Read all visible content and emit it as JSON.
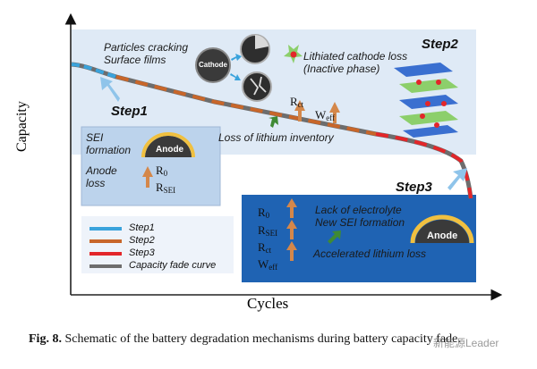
{
  "axes": {
    "y_label": "Capacity",
    "x_label": "Cycles"
  },
  "top_region": {
    "cause_lines": [
      "Particles cracking",
      "Surface films"
    ],
    "particle_label": "Cathode",
    "cathode_loss_lines": [
      "Lithiated cathode loss",
      "(Inactive phase)"
    ],
    "step_label": "Step2",
    "r_symbols": [
      {
        "base": "R",
        "sub": "ct"
      },
      {
        "base": "W",
        "sub": "eff"
      }
    ],
    "inventory_loss": "Loss of  lithium inventory"
  },
  "step1": {
    "label": "Step1",
    "sei_lines": [
      "SEI",
      "formation"
    ],
    "anode_loss_lines": [
      "Anode",
      "loss"
    ],
    "anode_label": "Anode",
    "r_symbols": [
      {
        "base": "R",
        "sub": "0"
      },
      {
        "base": "R",
        "sub": "SEI"
      }
    ]
  },
  "step3": {
    "label": "Step3",
    "electrolyte_lines": [
      "Lack of electrolyte",
      "New SEI formation"
    ],
    "accelerated": "Accelerated lithium loss",
    "anode_label": "Anode",
    "r_symbols": [
      {
        "base": "R",
        "sub": "0"
      },
      {
        "base": "R",
        "sub": "SEI"
      },
      {
        "base": "R",
        "sub": "ct"
      },
      {
        "base": "W",
        "sub": "eff"
      }
    ]
  },
  "legend": [
    "Step1",
    "Step2",
    "Step3",
    "Capacity fade curve"
  ],
  "colors": {
    "step1": "#3aa3dc",
    "step2": "#c8662a",
    "step3": "#e3262a",
    "curve": "#6d6d6d",
    "top_panel": "#dfeaf6",
    "step1_panel": "#bcd3ec",
    "step3_panel": "#1f63b3",
    "arrow_up": "#d4874a",
    "arrow_green": "#3f8a34",
    "anode_arc": "#f0c040"
  },
  "caption": {
    "fig": "Fig. 8.",
    "text": " Schematic of the battery degradation mechanisms during battery capacity fade."
  },
  "watermark": "新能源Leader"
}
